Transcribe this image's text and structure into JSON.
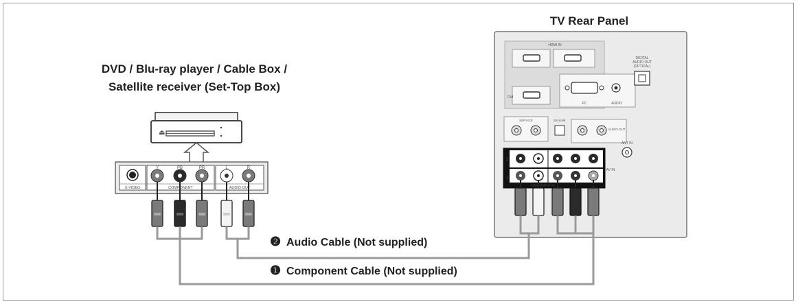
{
  "tv": {
    "title": "TV Rear Panel",
    "hdmi_in_label": "HDMI IN",
    "dvi_label": "DVI",
    "pc_label": "PC",
    "audio_label": "AUDIO",
    "digital_audio_out": [
      "DIGITAL",
      "AUDIO OUT",
      "(OPTICAL)"
    ],
    "service_label": "SERVICE",
    "ex_link_label": "EX-LINK",
    "audio_out_label": "AUDIO OUT",
    "ant_in_label": "ANT IN",
    "av_in_label": "AV IN",
    "component_in_label": "COMPONENT IN",
    "row_labels": [
      "2",
      "1"
    ]
  },
  "device": {
    "title_line1": "DVD / Blu-ray player / Cable Box /",
    "title_line2": "Satellite receiver (Set-Top Box)",
    "jack_labels": [
      "Y",
      "PB",
      "PR",
      "L",
      "R"
    ],
    "svideo_label": "S-VIDEO",
    "component_label": "COMPONENT",
    "audio_out_label": "AUDIO OUT"
  },
  "cables": {
    "audio": {
      "number": "❷",
      "label": "Audio Cable (Not supplied)"
    },
    "component": {
      "number": "❶",
      "label": "Component Cable (Not supplied)"
    }
  },
  "colors": {
    "cable_line": "#9a9a9a",
    "panel_fill": "#ebebeb",
    "jack_dark": "#2b2b2b",
    "jack_gray": "#7a7a7a",
    "jack_white": "#f4f4f4"
  }
}
